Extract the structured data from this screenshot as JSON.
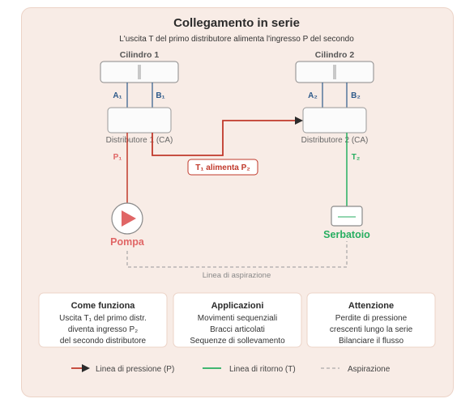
{
  "title": "Collegamento in serie",
  "subtitle": "L'uscita T del primo distributore alimenta l'ingresso P del secondo",
  "cylinder1": {
    "label": "Cilindro 1",
    "port_a": "A₁",
    "port_b": "B₁"
  },
  "cylinder2": {
    "label": "Cilindro 2",
    "port_a": "A₂",
    "port_b": "B₂"
  },
  "distributor1": {
    "label": "Distributore 1 (CA)",
    "port_p": "P₁"
  },
  "distributor2": {
    "label": "Distributore 2 (CA)",
    "port_t": "T₂"
  },
  "connection_label": "T₁ alimenta P₂",
  "pump": {
    "label": "Pompa"
  },
  "tank": {
    "label": "Serbatoio"
  },
  "suction_label": "Linea di aspirazione",
  "boxes": [
    {
      "title": "Come funziona",
      "lines": [
        "Uscita T₁ del primo distr.",
        "diventa ingresso P₂",
        "del secondo distributore"
      ]
    },
    {
      "title": "Applicazioni",
      "lines": [
        "Movimenti sequenziali",
        "Bracci articolati",
        "Sequenze di sollevamento"
      ]
    },
    {
      "title": "Attenzione",
      "lines": [
        "Perdite di pressione",
        "crescenti lungo la serie",
        "Bilanciare il flusso"
      ]
    }
  ],
  "legend": {
    "pressure": "Linea di pressione (P)",
    "return": "Linea di ritorno (T)",
    "suction": "Aspirazione"
  },
  "colors": {
    "pressure": "#c0392b",
    "return": "#27ae60",
    "pump": "#e06666",
    "ports": "#2e5a8a",
    "suction": "#999999"
  }
}
